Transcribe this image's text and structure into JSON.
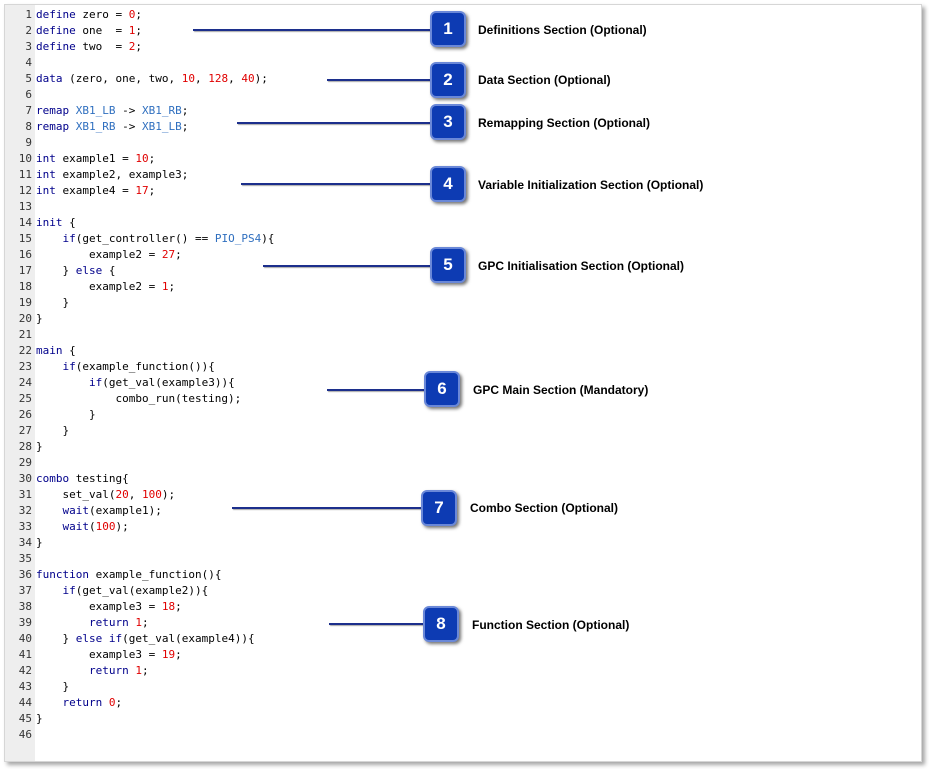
{
  "code": {
    "lines": [
      [
        {
          "t": "define",
          "c": "kw"
        },
        {
          "t": " zero = "
        },
        {
          "t": "0",
          "c": "num"
        },
        {
          "t": ";"
        }
      ],
      [
        {
          "t": "define",
          "c": "kw"
        },
        {
          "t": " one  = "
        },
        {
          "t": "1",
          "c": "num"
        },
        {
          "t": ";"
        }
      ],
      [
        {
          "t": "define",
          "c": "kw"
        },
        {
          "t": " two  = "
        },
        {
          "t": "2",
          "c": "num"
        },
        {
          "t": ";"
        }
      ],
      [],
      [
        {
          "t": "data",
          "c": "kw"
        },
        {
          "t": " (zero, one, two, "
        },
        {
          "t": "10",
          "c": "num"
        },
        {
          "t": ", "
        },
        {
          "t": "128",
          "c": "num"
        },
        {
          "t": ", "
        },
        {
          "t": "40",
          "c": "num"
        },
        {
          "t": ");"
        }
      ],
      [],
      [
        {
          "t": "remap",
          "c": "kw"
        },
        {
          "t": " "
        },
        {
          "t": "XB1_LB",
          "c": "const"
        },
        {
          "t": " -> "
        },
        {
          "t": "XB1_RB",
          "c": "const"
        },
        {
          "t": ";"
        }
      ],
      [
        {
          "t": "remap",
          "c": "kw"
        },
        {
          "t": " "
        },
        {
          "t": "XB1_RB",
          "c": "const"
        },
        {
          "t": " -> "
        },
        {
          "t": "XB1_LB",
          "c": "const"
        },
        {
          "t": ";"
        }
      ],
      [],
      [
        {
          "t": "int",
          "c": "kw"
        },
        {
          "t": " example1 = "
        },
        {
          "t": "10",
          "c": "num"
        },
        {
          "t": ";"
        }
      ],
      [
        {
          "t": "int",
          "c": "kw"
        },
        {
          "t": " example2, example3;"
        }
      ],
      [
        {
          "t": "int",
          "c": "kw"
        },
        {
          "t": " example4 = "
        },
        {
          "t": "17",
          "c": "num"
        },
        {
          "t": ";"
        }
      ],
      [],
      [
        {
          "t": "init",
          "c": "kw"
        },
        {
          "t": " {"
        }
      ],
      [
        {
          "t": "    "
        },
        {
          "t": "if",
          "c": "kw"
        },
        {
          "t": "(get_controller() == "
        },
        {
          "t": "PIO_PS4",
          "c": "const"
        },
        {
          "t": "){"
        }
      ],
      [
        {
          "t": "        example2 = "
        },
        {
          "t": "27",
          "c": "num"
        },
        {
          "t": ";"
        }
      ],
      [
        {
          "t": "    } "
        },
        {
          "t": "else",
          "c": "kw"
        },
        {
          "t": " {"
        }
      ],
      [
        {
          "t": "        example2 = "
        },
        {
          "t": "1",
          "c": "num"
        },
        {
          "t": ";"
        }
      ],
      [
        {
          "t": "    }"
        }
      ],
      [
        {
          "t": "}"
        }
      ],
      [],
      [
        {
          "t": "main",
          "c": "kw"
        },
        {
          "t": " {"
        }
      ],
      [
        {
          "t": "    "
        },
        {
          "t": "if",
          "c": "kw"
        },
        {
          "t": "(example_function()){"
        }
      ],
      [
        {
          "t": "        "
        },
        {
          "t": "if",
          "c": "kw"
        },
        {
          "t": "(get_val(example3)){"
        }
      ],
      [
        {
          "t": "            combo_run(testing);"
        }
      ],
      [
        {
          "t": "        }"
        }
      ],
      [
        {
          "t": "    }"
        }
      ],
      [
        {
          "t": "}"
        }
      ],
      [],
      [
        {
          "t": "combo",
          "c": "kw"
        },
        {
          "t": " testing{"
        }
      ],
      [
        {
          "t": "    set_val("
        },
        {
          "t": "20",
          "c": "num"
        },
        {
          "t": ", "
        },
        {
          "t": "100",
          "c": "num"
        },
        {
          "t": ");"
        }
      ],
      [
        {
          "t": "    "
        },
        {
          "t": "wait",
          "c": "kw"
        },
        {
          "t": "(example1);"
        }
      ],
      [
        {
          "t": "    "
        },
        {
          "t": "wait",
          "c": "kw"
        },
        {
          "t": "("
        },
        {
          "t": "100",
          "c": "num"
        },
        {
          "t": ");"
        }
      ],
      [
        {
          "t": "}"
        }
      ],
      [],
      [
        {
          "t": "function",
          "c": "kw"
        },
        {
          "t": " example_function(){"
        }
      ],
      [
        {
          "t": "    "
        },
        {
          "t": "if",
          "c": "kw"
        },
        {
          "t": "(get_val(example2)){"
        }
      ],
      [
        {
          "t": "        example3 = "
        },
        {
          "t": "18",
          "c": "num"
        },
        {
          "t": ";"
        }
      ],
      [
        {
          "t": "        "
        },
        {
          "t": "return",
          "c": "kw"
        },
        {
          "t": " "
        },
        {
          "t": "1",
          "c": "num"
        },
        {
          "t": ";"
        }
      ],
      [
        {
          "t": "    } "
        },
        {
          "t": "else",
          "c": "kw"
        },
        {
          "t": " "
        },
        {
          "t": "if",
          "c": "kw"
        },
        {
          "t": "(get_val(example4)){"
        }
      ],
      [
        {
          "t": "        example3 = "
        },
        {
          "t": "19",
          "c": "num"
        },
        {
          "t": ";"
        }
      ],
      [
        {
          "t": "        "
        },
        {
          "t": "return",
          "c": "kw"
        },
        {
          "t": " "
        },
        {
          "t": "1",
          "c": "num"
        },
        {
          "t": ";"
        }
      ],
      [
        {
          "t": "    }"
        }
      ],
      [
        {
          "t": "    "
        },
        {
          "t": "return",
          "c": "kw"
        },
        {
          "t": " "
        },
        {
          "t": "0",
          "c": "num"
        },
        {
          "t": ";"
        }
      ],
      [
        {
          "t": "}"
        }
      ],
      []
    ]
  },
  "sections": [
    {
      "number": "1",
      "label": "Definitions Section (Optional)"
    },
    {
      "number": "2",
      "label": "Data Section (Optional)"
    },
    {
      "number": "3",
      "label": "Remapping Section (Optional)"
    },
    {
      "number": "4",
      "label": "Variable Initialization Section (Optional)"
    },
    {
      "number": "5",
      "label": "GPC Initialisation Section (Optional)"
    },
    {
      "number": "6",
      "label": "GPC Main Section (Mandatory)"
    },
    {
      "number": "7",
      "label": "Combo Section (Optional)"
    },
    {
      "number": "8",
      "label": "Function Section (Optional)"
    }
  ],
  "colors": {
    "keyword": "#00008b",
    "number": "#e00000",
    "constant": "#2f6fbf",
    "badge": "#0d3bb3",
    "arrow": "#1c2f8c",
    "gutter": "#eeeeee"
  }
}
